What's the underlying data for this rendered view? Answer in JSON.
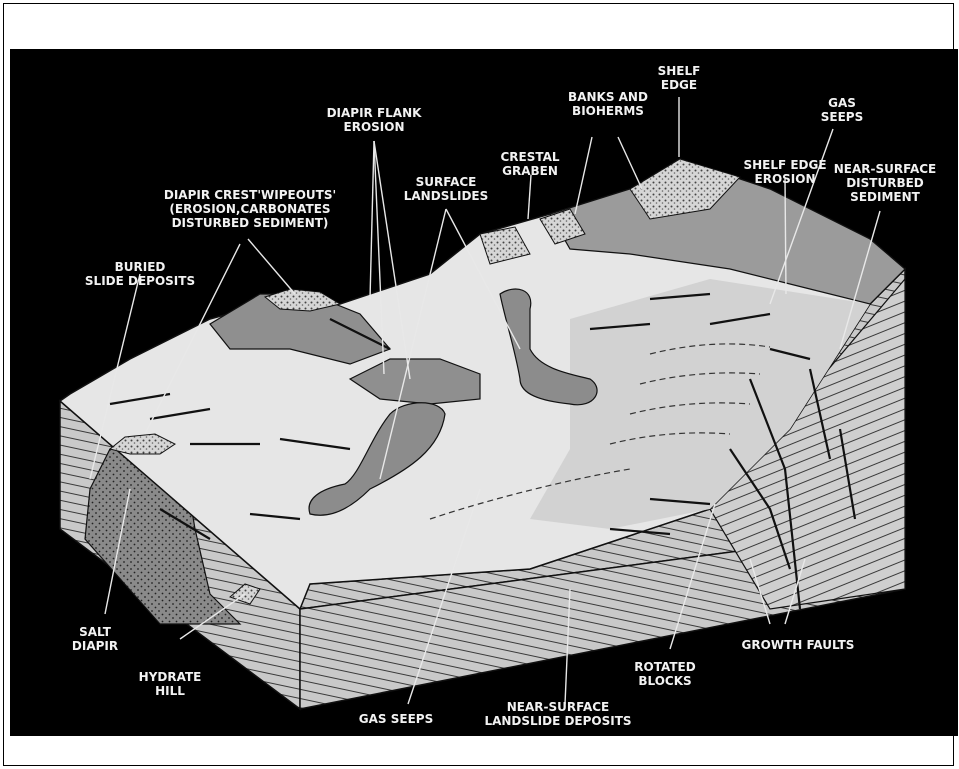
{
  "diagram": {
    "labels": {
      "shelf_edge": "SHELF\nEDGE",
      "banks_bioherms": "BANKS AND\nBIOHERMS",
      "diapir_flank_erosion": "DIAPIR FLANK\nEROSION",
      "gas_seeps_top": "GAS\nSEEPS",
      "crestal_graben": "CRESTAL\nGRABEN",
      "shelf_edge_erosion": "SHELF EDGE\nEROSION",
      "near_surface_disturbed": "NEAR-SURFACE\nDISTURBED\nSEDIMENT",
      "surface_landslides": "SURFACE\nLANDSLIDES",
      "diapir_crest_wipeouts": "DIAPIR CREST'WIPEOUTS'\n(EROSION,CARBONATES\nDISTURBED SEDIMENT)",
      "buried_slide_deposits": "BURIED\nSLIDE DEPOSITS",
      "salt_diapir": "SALT\nDIAPIR",
      "hydrate_hill": "HYDRATE\nHILL",
      "gas_seeps_bottom": "GAS SEEPS",
      "near_surface_landslide": "NEAR-SURFACE\nLANDSLIDE DEPOSITS",
      "rotated_blocks": "ROTATED\nBLOCKS",
      "growth_faults": "GROWTH FAULTS"
    }
  }
}
